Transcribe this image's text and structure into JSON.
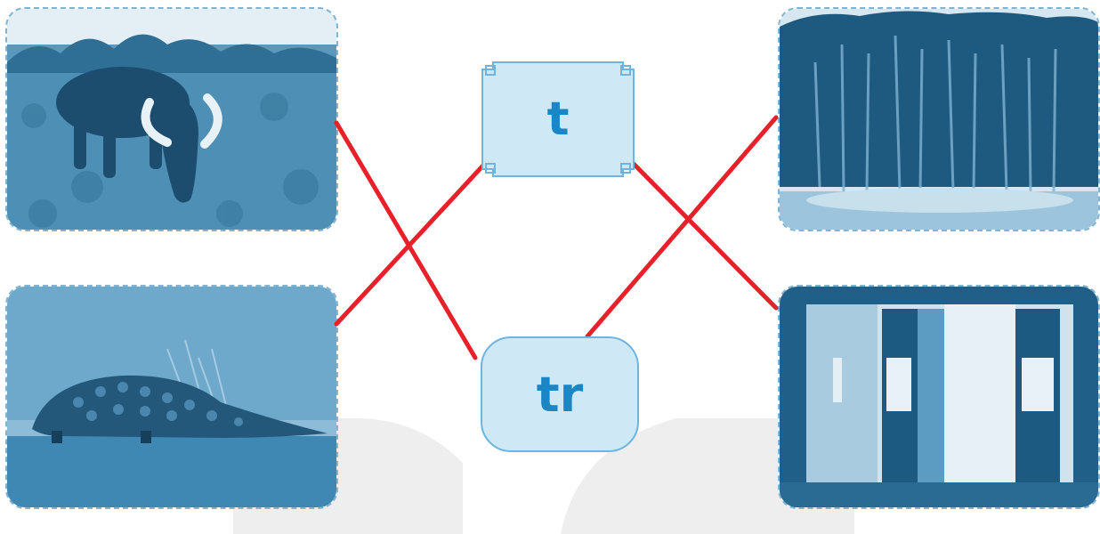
{
  "labels": {
    "t": "t",
    "tr": "tr"
  },
  "pictures": [
    "buffalo",
    "pangolin",
    "bamboo",
    "wardrobe"
  ],
  "colors": {
    "line": "#e8202a",
    "label_text": "#1a86c6",
    "label_fill": "#cfe8f6",
    "label_border": "#6db4e0",
    "photo_tint": "#2c7aa3"
  },
  "connections": [
    {
      "from": "buffalo",
      "to": "tr"
    },
    {
      "from": "pangolin",
      "to": "t"
    },
    {
      "from": "bamboo",
      "to": "tr"
    },
    {
      "from": "wardrobe",
      "to": "t"
    }
  ]
}
